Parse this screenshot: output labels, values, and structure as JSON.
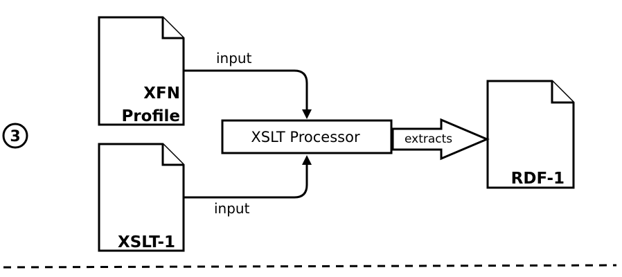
{
  "step": {
    "number": "3"
  },
  "documents": {
    "xfn_profile": {
      "line1": "XFN",
      "line2": "Profile"
    },
    "xslt_1": {
      "label": "XSLT-1"
    },
    "rdf_1": {
      "label": "RDF-1"
    }
  },
  "processor": {
    "label": "XSLT Processor"
  },
  "edges": {
    "top_input": {
      "label": "input"
    },
    "bottom_input": {
      "label": "input"
    },
    "extracts": {
      "label": "extracts"
    }
  },
  "colors": {
    "stroke": "#000000",
    "fill": "#ffffff"
  }
}
